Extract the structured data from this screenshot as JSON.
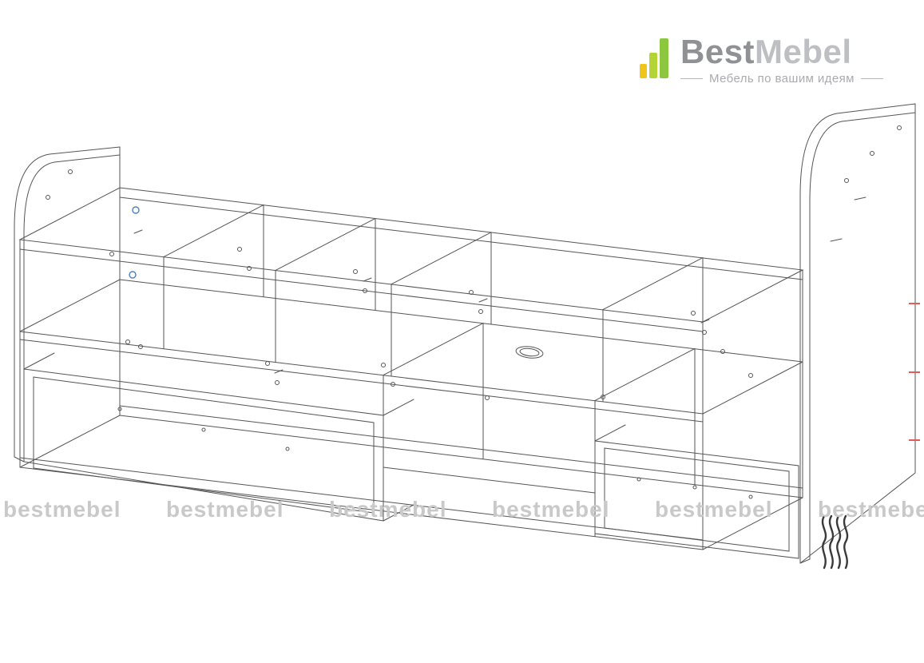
{
  "brand": {
    "name_primary": "Best",
    "name_secondary": "Mebel",
    "tagline": "Мебель по вашим идеям",
    "logo_icon": "bar-chart-logo-icon",
    "colors": {
      "bar_yellow": "#f0c419",
      "bar_green_light": "#b4d335",
      "bar_green": "#8dc63f",
      "name_primary_color": "#8f9194",
      "name_secondary_color": "#bdbfc2",
      "tagline_color": "#a9abae"
    }
  },
  "watermark": {
    "text": "bestmebel",
    "repeat": 6,
    "color": "#c9c9c9"
  },
  "drawing": {
    "subject": "furniture-technical-wireframe",
    "line_color": "#474747",
    "accent_red": "#e15b5b",
    "accent_blue": "#4d7fc1"
  }
}
